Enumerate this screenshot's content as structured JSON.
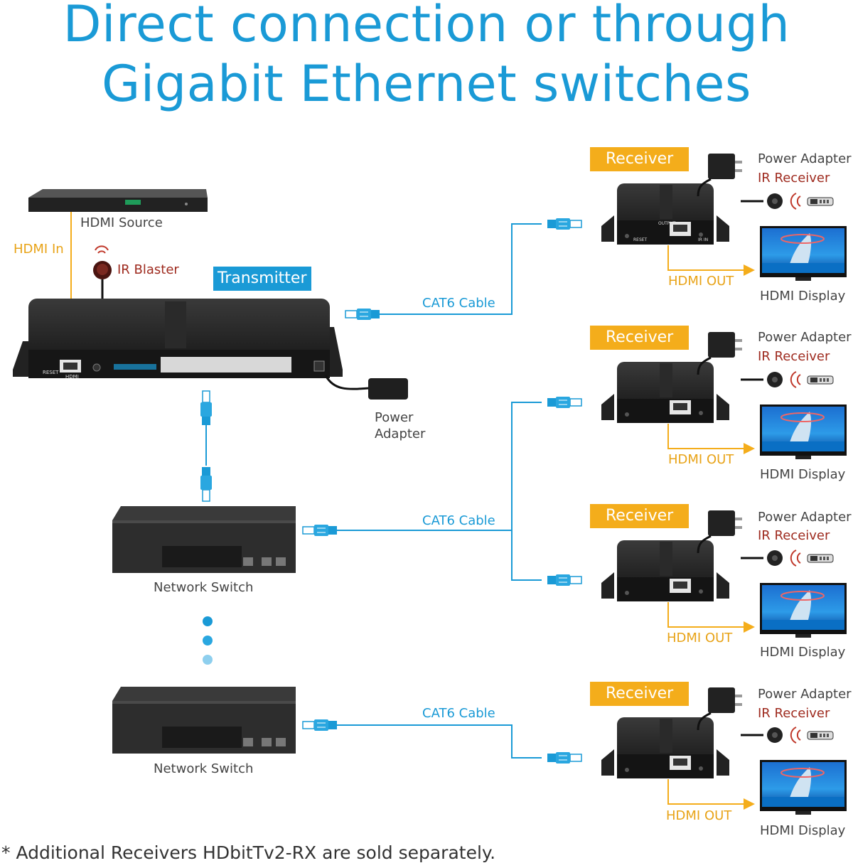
{
  "title": {
    "line1": "Direct connection or through",
    "line2": "Gigabit Ethernet switches"
  },
  "labels": {
    "hdmi_source": "HDMI Source",
    "hdmi_in": "HDMI In",
    "ir_blaster": "IR Blaster",
    "transmitter": "Transmitter",
    "power_adapter_tx_1": "Power",
    "power_adapter_tx_2": "Adapter",
    "network_switch": "Network Switch",
    "cat6_cable": "CAT6 Cable",
    "receiver": "Receiver",
    "power_adapter": "Power Adapter",
    "ir_receiver": "IR Receiver",
    "hdmi_out": "HDMI OUT",
    "hdmi_display": "HDMI Display"
  },
  "device_markings": {
    "reset": "RESET",
    "hdmi": "HDMI",
    "output": "OUTPUT",
    "ir_in": "IR IN"
  },
  "receivers": [
    {
      "id": "rx1"
    },
    {
      "id": "rx2"
    },
    {
      "id": "rx3"
    },
    {
      "id": "rx4"
    }
  ],
  "footer": "* Additional Receivers HDbitTv2-RX are sold separately.",
  "colors": {
    "accent_blue": "#1a9ad6",
    "orange": "#f4ad1b",
    "dark_red": "#9e2a1e",
    "device_black": "#1c1c1c"
  }
}
